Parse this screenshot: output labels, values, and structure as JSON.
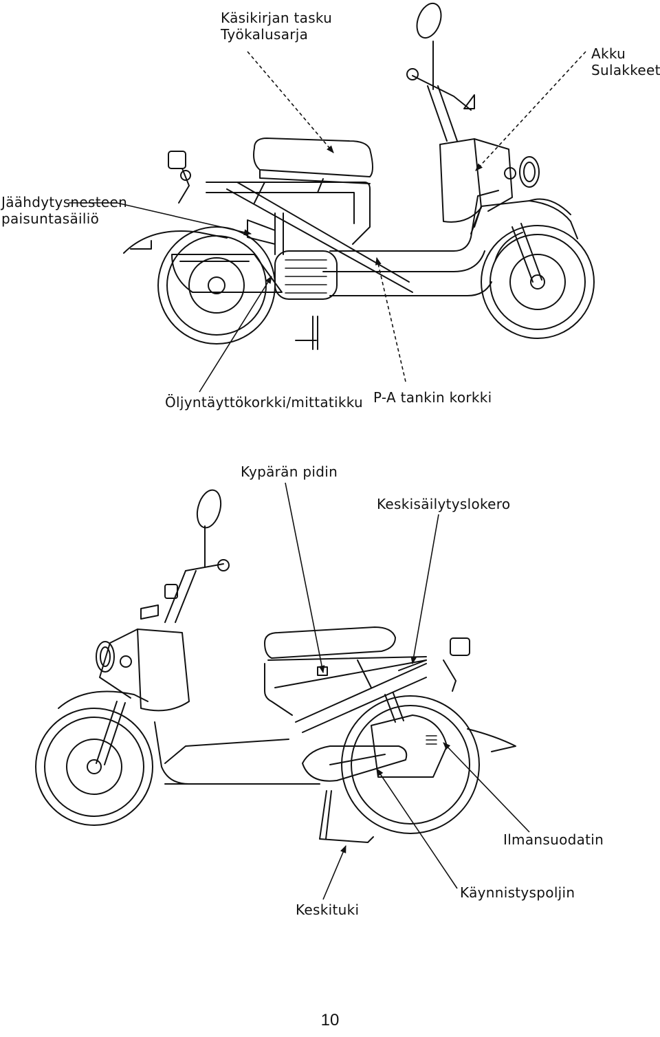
{
  "top_diagram": {
    "labels": {
      "manual_pocket": "Käsikirjan tasku",
      "tool_kit": "Työkalusarja",
      "battery": "Akku",
      "fuses": "Sulakkeet",
      "coolant_line1": "Jäähdytysnesteen",
      "coolant_line2": "paisuntasäiliö",
      "oil_filler": "Öljyntäyttökorkki/mittatikku",
      "fuel_cap": "P-A tankin korkki"
    }
  },
  "bottom_diagram": {
    "labels": {
      "helmet_holder": "Kypärän pidin",
      "center_storage": "Keskisäilytyslokero",
      "air_cleaner": "Ilmansuodatin",
      "kick_starter": "Käynnistyspoljin",
      "center_stand": "Keskituki"
    }
  },
  "page_number": "10"
}
